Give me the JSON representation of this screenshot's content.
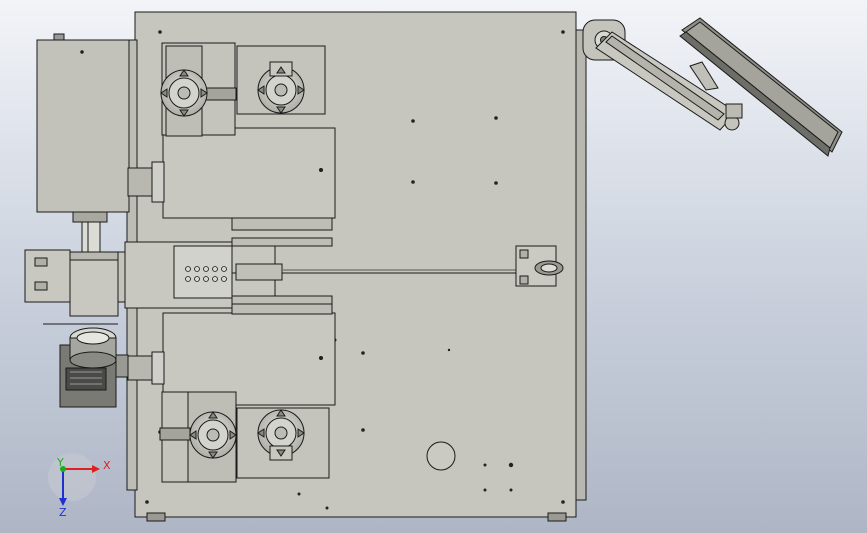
{
  "viewport": {
    "background_top": "#f2f4f8",
    "background_bottom": "#aeb6c6"
  },
  "colors": {
    "plate": "#c4c4bc",
    "plate_dark": "#b4b4ab",
    "line": "#1a1a1a",
    "monitor": "#8f8f87"
  },
  "triad": {
    "x_label": "X",
    "y_label": "Y",
    "z_label": "Z",
    "x_color": "#e02020",
    "y_color": "#18b018",
    "z_color": "#2030d0"
  }
}
